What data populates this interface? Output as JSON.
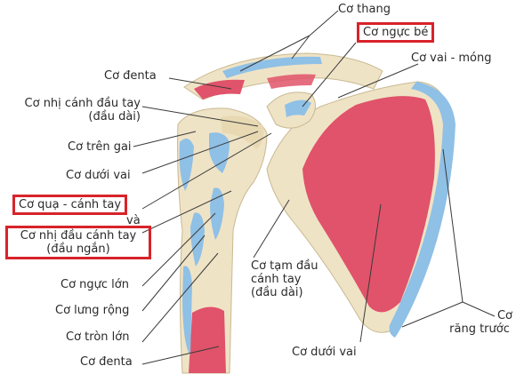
{
  "labels": {
    "co_thang": "Cơ thang",
    "co_nguc_be": "Cơ ngực bé",
    "co_denta_top": "Cơ đenta",
    "co_vai_mong": "Cơ vai - móng",
    "co_nhi_dau_dai_1": "Cơ nhị cánh đầu tay",
    "co_nhi_dau_dai_2": "(đầu dài)",
    "co_tren_gai": "Cơ trên gai",
    "co_duoi_vai_left": "Cơ dưới vai",
    "co_qua_canh_tay": "Cơ quạ - cánh tay",
    "va": "và",
    "co_nhi_dau_ngan_1": "Cơ nhị đầu cánh tay",
    "co_nhi_dau_ngan_2": "(đầu ngắn)",
    "co_nguc_lon": "Cơ ngực lớn",
    "co_lung_rong": "Cơ lưng rộng",
    "co_tron_lon": "Cơ tròn lớn",
    "co_denta_bottom": "Cơ đenta",
    "co_tam_dau_1": "Cơ tạm đầu",
    "co_tam_dau_2": "cánh tay",
    "co_tam_dau_3": "(đầu dài)",
    "co_duoi_vai_bottom": "Cơ dưới vai",
    "co_rang_truoc_1": "Cơ",
    "co_rang_truoc_2": "răng trước"
  },
  "colors": {
    "bone": "#efe3c6",
    "muscle": "#e0536a",
    "tendon": "#8fc0e6",
    "highlight_box": "#d8232a",
    "leader": "#3a3a3a"
  }
}
